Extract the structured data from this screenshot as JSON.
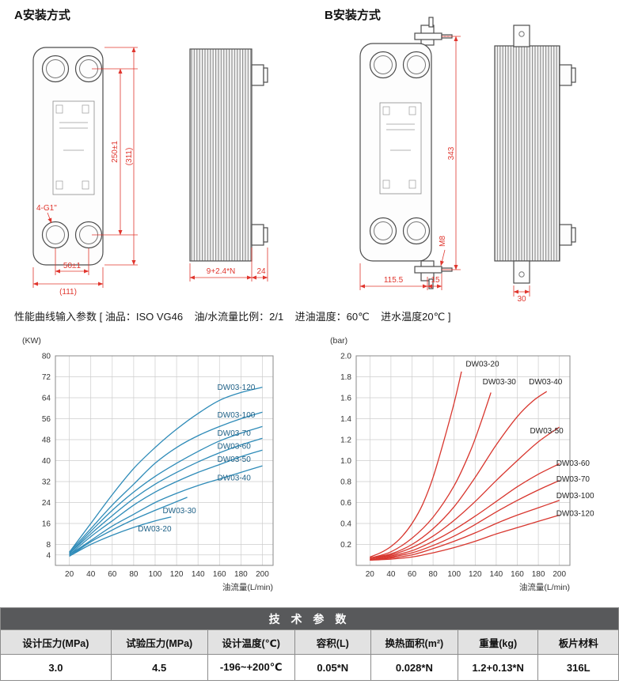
{
  "page": {
    "section_a_title": "A安装方式",
    "section_b_title": "B安装方式",
    "performance_note": "性能曲线输入参数 [ 油品：ISO VG46    油/水流量比例：2/1    进油温度：60℃    进水温度20℃ ]"
  },
  "drawing_a": {
    "height": "250±1",
    "height_overall": "(311)",
    "ports": "4-G1\"",
    "width": "50±1",
    "width_overall": "(111)",
    "stack": "9+2.4*N",
    "stub": "24"
  },
  "drawing_b": {
    "height_overall": "343",
    "bolt": "M8",
    "width": "115.5",
    "bracket_offset": "15",
    "tab_width": "30"
  },
  "chart_data": [
    {
      "type": "line",
      "unit_label": "(KW)",
      "xlabel": "油流量(L/min)",
      "x_ticks": [
        20,
        40,
        60,
        80,
        100,
        120,
        140,
        160,
        180,
        200
      ],
      "y_ticks": [
        "4",
        "8",
        "16",
        "24",
        "32",
        "40",
        "48",
        "56",
        "64",
        "72",
        "80"
      ],
      "xlim": [
        7,
        210
      ],
      "ylim": [
        0,
        80
      ],
      "grid": true,
      "color": "#2e8bb8",
      "label_color": "#1c5f85",
      "series": [
        {
          "name": "DW03-120",
          "label": [
            158,
            67
          ],
          "points": [
            [
              20,
              5
            ],
            [
              40,
              16
            ],
            [
              60,
              27
            ],
            [
              80,
              37
            ],
            [
              100,
              45
            ],
            [
              120,
              52
            ],
            [
              140,
              58
            ],
            [
              160,
              63
            ],
            [
              180,
              66
            ],
            [
              200,
              68
            ]
          ]
        },
        {
          "name": "DW03-100",
          "label": [
            158,
            56.5
          ],
          "points": [
            [
              20,
              5
            ],
            [
              40,
              14
            ],
            [
              60,
              23
            ],
            [
              80,
              31
            ],
            [
              100,
              39
            ],
            [
              120,
              45
            ],
            [
              140,
              49.5
            ],
            [
              160,
              53
            ],
            [
              180,
              56
            ],
            [
              200,
              58.5
            ]
          ]
        },
        {
          "name": "DW03-70",
          "label": [
            158,
            49.5
          ],
          "points": [
            [
              20,
              4.5
            ],
            [
              40,
              13
            ],
            [
              60,
              21
            ],
            [
              80,
              28
            ],
            [
              100,
              34
            ],
            [
              120,
              39
            ],
            [
              140,
              43.5
            ],
            [
              160,
              47.5
            ],
            [
              180,
              50.5
            ],
            [
              200,
              53
            ]
          ]
        },
        {
          "name": "DW03-60",
          "label": [
            158,
            44.5
          ],
          "points": [
            [
              20,
              4.5
            ],
            [
              40,
              12
            ],
            [
              60,
              19
            ],
            [
              80,
              25.5
            ],
            [
              100,
              31
            ],
            [
              120,
              35.5
            ],
            [
              140,
              39.5
            ],
            [
              160,
              43
            ],
            [
              180,
              46
            ],
            [
              200,
              48.5
            ]
          ]
        },
        {
          "name": "DW03-50",
          "label": [
            158,
            39.5
          ],
          "points": [
            [
              20,
              4
            ],
            [
              40,
              11
            ],
            [
              60,
              17
            ],
            [
              80,
              23
            ],
            [
              100,
              28
            ],
            [
              120,
              32
            ],
            [
              140,
              35.5
            ],
            [
              160,
              38.5
            ],
            [
              180,
              41.5
            ],
            [
              200,
              44
            ]
          ]
        },
        {
          "name": "DW03-40",
          "label": [
            158,
            32.5
          ],
          "points": [
            [
              20,
              4
            ],
            [
              40,
              9.5
            ],
            [
              60,
              15
            ],
            [
              80,
              19.5
            ],
            [
              100,
              24
            ],
            [
              120,
              27.5
            ],
            [
              140,
              30.5
            ],
            [
              160,
              33
            ],
            [
              180,
              35.5
            ],
            [
              200,
              38
            ]
          ]
        },
        {
          "name": "DW03-30",
          "label": [
            107,
            20
          ],
          "points": [
            [
              20,
              3.5
            ],
            [
              40,
              9
            ],
            [
              60,
              13.5
            ],
            [
              80,
              17.5
            ],
            [
              100,
              21
            ],
            [
              115,
              23.5
            ],
            [
              130,
              26
            ]
          ]
        },
        {
          "name": "DW03-20",
          "label": [
            84,
            13
          ],
          "points": [
            [
              20,
              3.5
            ],
            [
              40,
              8
            ],
            [
              60,
              11.5
            ],
            [
              80,
              14.5
            ],
            [
              100,
              17
            ],
            [
              115,
              18.5
            ]
          ]
        }
      ]
    },
    {
      "type": "line",
      "unit_label": "(bar)",
      "xlabel": "油流量(L/min)",
      "x_ticks": [
        20,
        40,
        60,
        80,
        100,
        120,
        140,
        160,
        180,
        200
      ],
      "y_ticks": [
        "0.2",
        "0.4",
        "0.6",
        "0.8",
        "1.0",
        "1.2",
        "1.4",
        "1.6",
        "1.8",
        "2.0"
      ],
      "xlim": [
        7,
        210
      ],
      "ylim": [
        0,
        2.0
      ],
      "grid": true,
      "color": "#d8362e",
      "label_color": "#222222",
      "series": [
        {
          "name": "DW03-20",
          "label": [
            111,
            1.9
          ],
          "points": [
            [
              20,
              0.08
            ],
            [
              30,
              0.12
            ],
            [
              40,
              0.18
            ],
            [
              50,
              0.27
            ],
            [
              60,
              0.4
            ],
            [
              70,
              0.58
            ],
            [
              80,
              0.84
            ],
            [
              90,
              1.18
            ],
            [
              100,
              1.55
            ],
            [
              107,
              1.85
            ]
          ]
        },
        {
          "name": "DW03-30",
          "label": [
            127,
            1.73
          ],
          "points": [
            [
              20,
              0.07
            ],
            [
              40,
              0.13
            ],
            [
              60,
              0.26
            ],
            [
              80,
              0.46
            ],
            [
              100,
              0.76
            ],
            [
              115,
              1.08
            ],
            [
              125,
              1.35
            ],
            [
              135,
              1.65
            ]
          ]
        },
        {
          "name": "DW03-40",
          "label": [
            171,
            1.73
          ],
          "points": [
            [
              20,
              0.07
            ],
            [
              40,
              0.11
            ],
            [
              60,
              0.2
            ],
            [
              80,
              0.35
            ],
            [
              100,
              0.56
            ],
            [
              120,
              0.84
            ],
            [
              140,
              1.15
            ],
            [
              160,
              1.42
            ],
            [
              175,
              1.57
            ],
            [
              188,
              1.66
            ]
          ]
        },
        {
          "name": "DW03-50",
          "label": [
            172,
            1.26
          ],
          "points": [
            [
              20,
              0.06
            ],
            [
              40,
              0.1
            ],
            [
              60,
              0.17
            ],
            [
              80,
              0.28
            ],
            [
              100,
              0.43
            ],
            [
              120,
              0.61
            ],
            [
              140,
              0.81
            ],
            [
              160,
              1.0
            ],
            [
              180,
              1.18
            ],
            [
              200,
              1.32
            ]
          ]
        },
        {
          "name": "DW03-60",
          "label": [
            197,
            0.95
          ],
          "points": [
            [
              20,
              0.06
            ],
            [
              40,
              0.09
            ],
            [
              60,
              0.14
            ],
            [
              80,
              0.23
            ],
            [
              100,
              0.34
            ],
            [
              120,
              0.47
            ],
            [
              140,
              0.61
            ],
            [
              160,
              0.75
            ],
            [
              180,
              0.87
            ],
            [
              200,
              0.97
            ]
          ]
        },
        {
          "name": "DW03-70",
          "label": [
            197,
            0.8
          ],
          "points": [
            [
              20,
              0.05
            ],
            [
              40,
              0.08
            ],
            [
              60,
              0.12
            ],
            [
              80,
              0.19
            ],
            [
              100,
              0.28
            ],
            [
              120,
              0.39
            ],
            [
              140,
              0.51
            ],
            [
              160,
              0.62
            ],
            [
              180,
              0.72
            ],
            [
              200,
              0.81
            ]
          ]
        },
        {
          "name": "DW03-100",
          "label": [
            197,
            0.64
          ],
          "points": [
            [
              20,
              0.05
            ],
            [
              40,
              0.07
            ],
            [
              60,
              0.1
            ],
            [
              80,
              0.16
            ],
            [
              100,
              0.23
            ],
            [
              120,
              0.31
            ],
            [
              140,
              0.4
            ],
            [
              160,
              0.48
            ],
            [
              180,
              0.55
            ],
            [
              200,
              0.62
            ]
          ]
        },
        {
          "name": "DW03-120",
          "label": [
            197,
            0.47
          ],
          "points": [
            [
              20,
              0.05
            ],
            [
              40,
              0.06
            ],
            [
              60,
              0.08
            ],
            [
              80,
              0.12
            ],
            [
              100,
              0.17
            ],
            [
              120,
              0.23
            ],
            [
              140,
              0.3
            ],
            [
              160,
              0.36
            ],
            [
              180,
              0.42
            ],
            [
              200,
              0.48
            ]
          ]
        }
      ]
    }
  ],
  "table": {
    "title": "技 术 参 数",
    "headers": [
      "设计压力(MPa)",
      "试验压力(MPa)",
      "设计温度(℃)",
      "容积(L)",
      "换热面积(m²)",
      "重量(kg)",
      "板片材料"
    ],
    "values": [
      "3.0",
      "4.5",
      "-196~+200℃",
      "0.05*N",
      "0.028*N",
      "1.2+0.13*N",
      "316L"
    ]
  }
}
